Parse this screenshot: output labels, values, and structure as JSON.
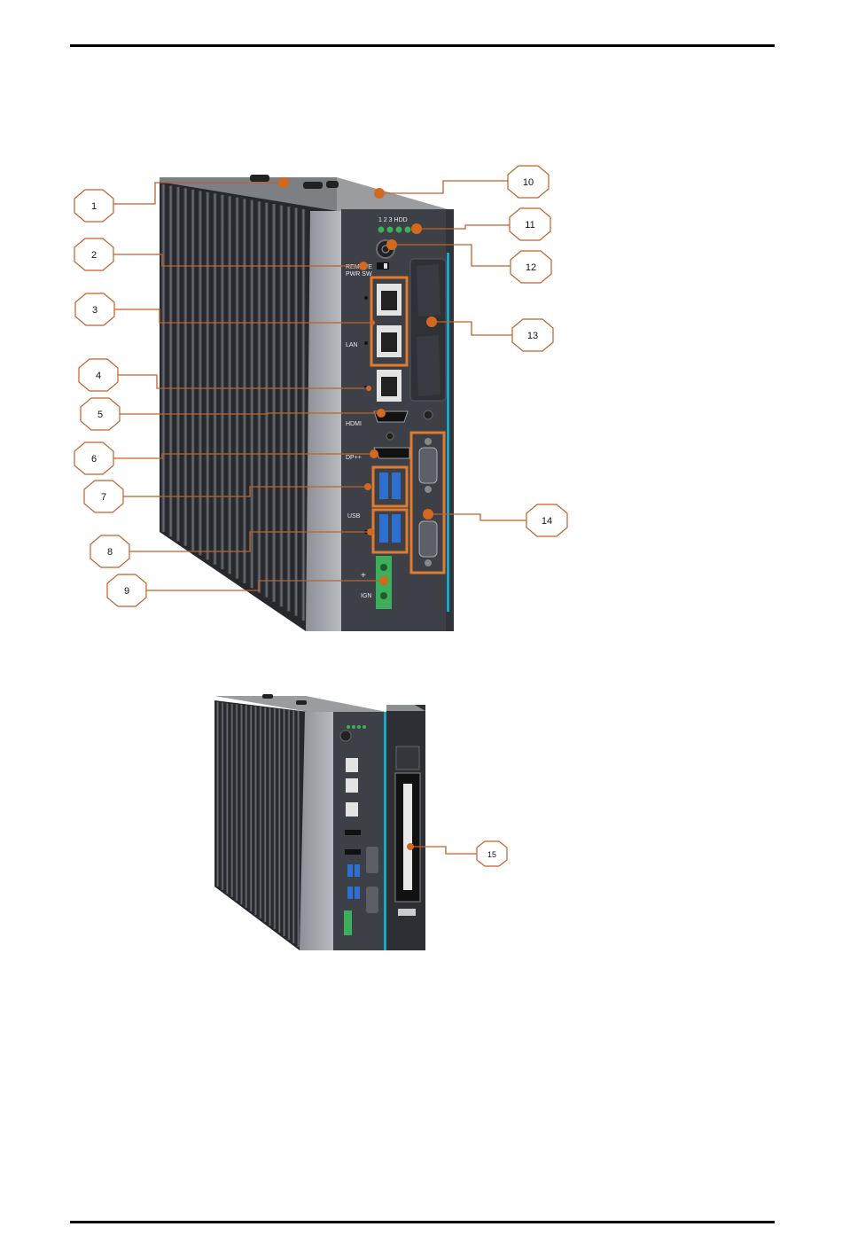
{
  "callouts": [
    {
      "num": "1"
    },
    {
      "num": "2"
    },
    {
      "num": "3"
    },
    {
      "num": "4"
    },
    {
      "num": "5"
    },
    {
      "num": "6"
    },
    {
      "num": "7"
    },
    {
      "num": "8"
    },
    {
      "num": "9"
    },
    {
      "num": "10"
    },
    {
      "num": "11"
    },
    {
      "num": "12"
    },
    {
      "num": "13"
    },
    {
      "num": "14"
    },
    {
      "num": "15"
    }
  ],
  "device_labels": {
    "led_labels": "1  2  3 HDD",
    "remote_line1": "REMOTE",
    "remote_line2": "PWR SW",
    "lan": "LAN",
    "hdmi": "HDMI",
    "dp": "DP++",
    "usb": "USB",
    "ign": "IGN",
    "plus": "+"
  },
  "colors": {
    "callout_line": "#c0622a",
    "callout_dot": "#d4681f",
    "highlight_box": "#e07b30",
    "accent_teal": "#1fa5c0",
    "terminal_green": "#3fae5a"
  }
}
